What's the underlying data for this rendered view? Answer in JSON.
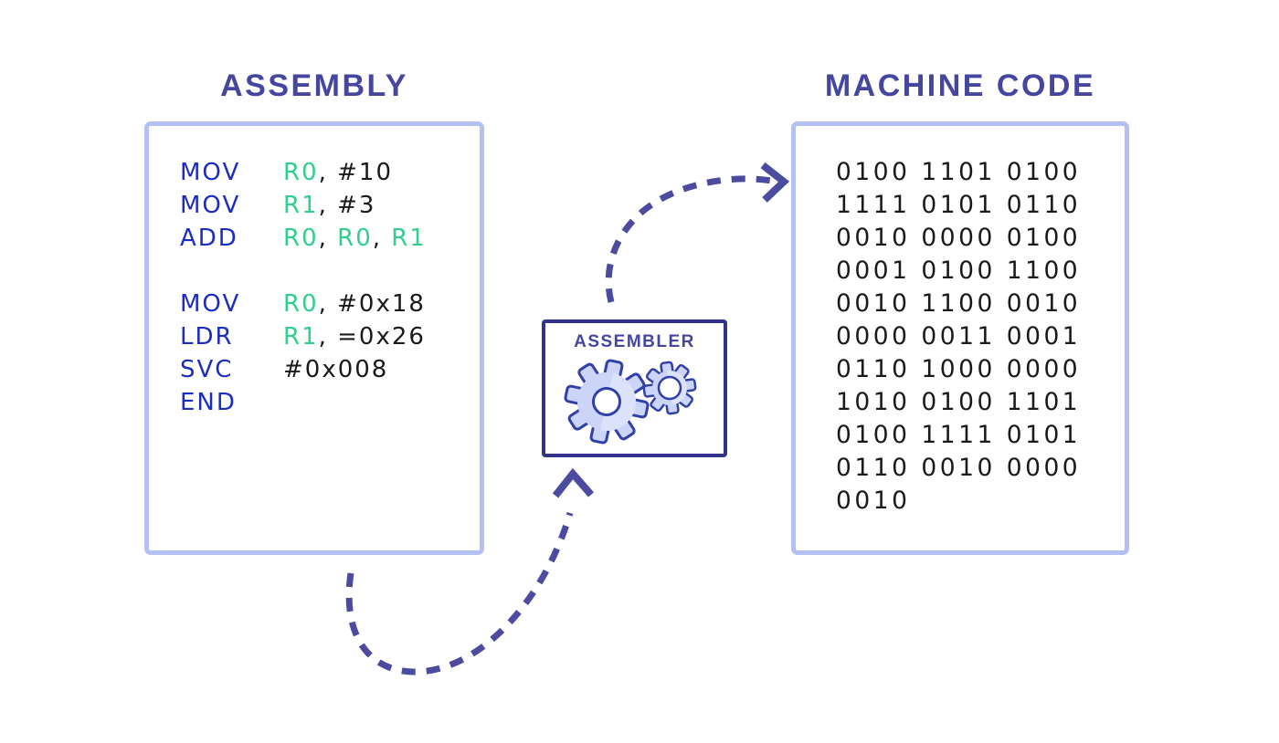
{
  "colors": {
    "title_indigo": "#4446a0",
    "panel_border": "#b4bff2",
    "assembler_border": "#33338c",
    "arrow": "#4b4b9f",
    "mnemonic_blue": "#1b2cc1",
    "register_green": "#30cf90",
    "code_black": "#1a1a1a",
    "gear_fill": "#ccd5f7",
    "gear_highlight": "#e2e7fb",
    "gear_stroke": "#3040a8"
  },
  "assembly_panel": {
    "title": "ASSEMBLY",
    "code_lines": [
      {
        "mnemonic": "MOV",
        "tokens": [
          {
            "text": "R0",
            "color": "reg"
          },
          {
            "text": ", #10",
            "color": "plain"
          }
        ]
      },
      {
        "mnemonic": "MOV",
        "tokens": [
          {
            "text": "R1",
            "color": "reg"
          },
          {
            "text": ", #3",
            "color": "plain"
          }
        ]
      },
      {
        "mnemonic": "ADD",
        "tokens": [
          {
            "text": "R0",
            "color": "reg"
          },
          {
            "text": ", ",
            "color": "plain"
          },
          {
            "text": "R0",
            "color": "reg"
          },
          {
            "text": ", ",
            "color": "plain"
          },
          {
            "text": "R1",
            "color": "reg"
          }
        ]
      },
      {
        "mnemonic": "",
        "tokens": []
      },
      {
        "mnemonic": "MOV",
        "tokens": [
          {
            "text": "R0",
            "color": "reg"
          },
          {
            "text": ", #0x18",
            "color": "plain"
          }
        ]
      },
      {
        "mnemonic": "LDR",
        "tokens": [
          {
            "text": "R1",
            "color": "reg"
          },
          {
            "text": ", =0x26",
            "color": "plain"
          }
        ]
      },
      {
        "mnemonic": "SVC",
        "tokens": [
          {
            "text": "#0x008",
            "color": "plain"
          }
        ]
      },
      {
        "mnemonic": "END",
        "tokens": []
      }
    ]
  },
  "assembler": {
    "label": "ASSEMBLER",
    "icon": "gears-icon"
  },
  "machine_panel": {
    "title": "MACHINE CODE",
    "binary_lines": [
      "0100 1101 0100",
      "1111 0101 0110",
      "0010 0000 0100",
      "0001 0100 1100",
      "0010 1100 0010",
      "0000 0011 0001",
      "0110 1000 0000",
      "1010 0100 1101",
      "0100 1111 0101",
      "0110 0010 0000",
      "0010"
    ]
  }
}
